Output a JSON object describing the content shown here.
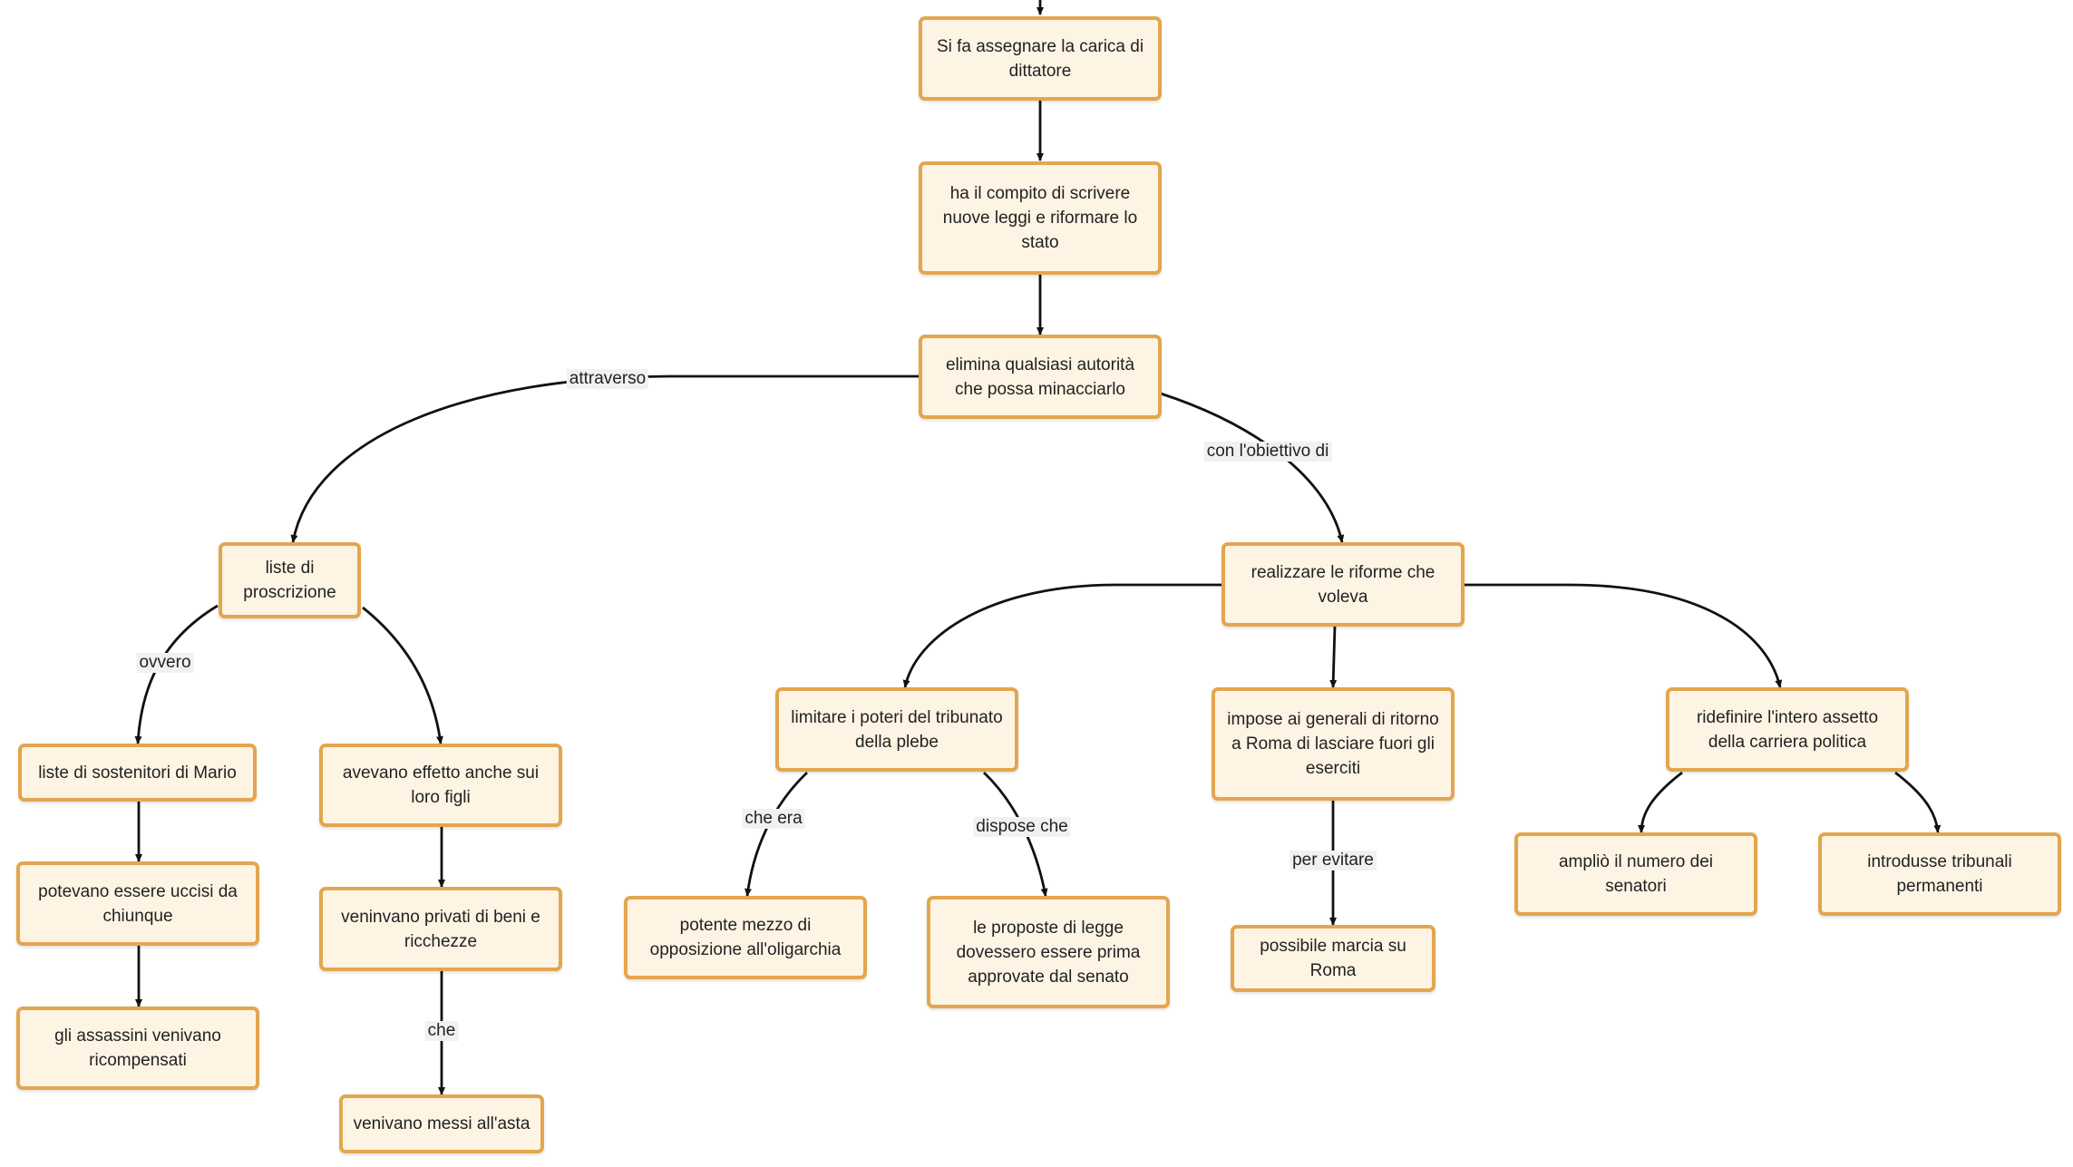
{
  "colors": {
    "node_fill": "#fef4e4",
    "node_border": "#e3a64e",
    "edge": "#111111",
    "label_bg": "#f1f1f1"
  },
  "nodes": {
    "dittatore": "Si fa assegnare la carica di dittatore",
    "compito": "ha il compito di scrivere nuove leggi e riformare lo stato",
    "elimina": "elimina qualsiasi autorità che possa minacciarlo",
    "liste_proscrizione": "liste di proscrizione",
    "realizzare": "realizzare le riforme che voleva",
    "sostenitori": "liste di sostenitori di Mario",
    "figli": "avevano effetto anche sui loro figli",
    "uccisi": "potevano essere uccisi da chiunque",
    "privati": "veninvano privati di beni e ricchezze",
    "assassini": "gli assassini venivano ricompensati",
    "asta": "venivano messi all'asta",
    "tribunato": "limitare i poteri del tribunato della plebe",
    "generali": "impose ai generali di ritorno a Roma di lasciare fuori gli eserciti",
    "carriera": "ridefinire l'intero assetto della carriera politica",
    "mezzo": "potente mezzo di opposizione all'oligarchia",
    "proposte": "le proposte di legge dovessero essere prima approvate dal senato",
    "marcia": "possibile marcia su Roma",
    "senatori": "ampliò il numero dei senatori",
    "tribunali": "introdusse tribunali permanenti"
  },
  "edge_labels": {
    "attraverso": "attraverso",
    "obiettivo": "con l'obiettivo di",
    "ovvero": "ovvero",
    "che_era": "che era",
    "dispose": "dispose che",
    "per_evitare": "per evitare",
    "che": "che"
  }
}
